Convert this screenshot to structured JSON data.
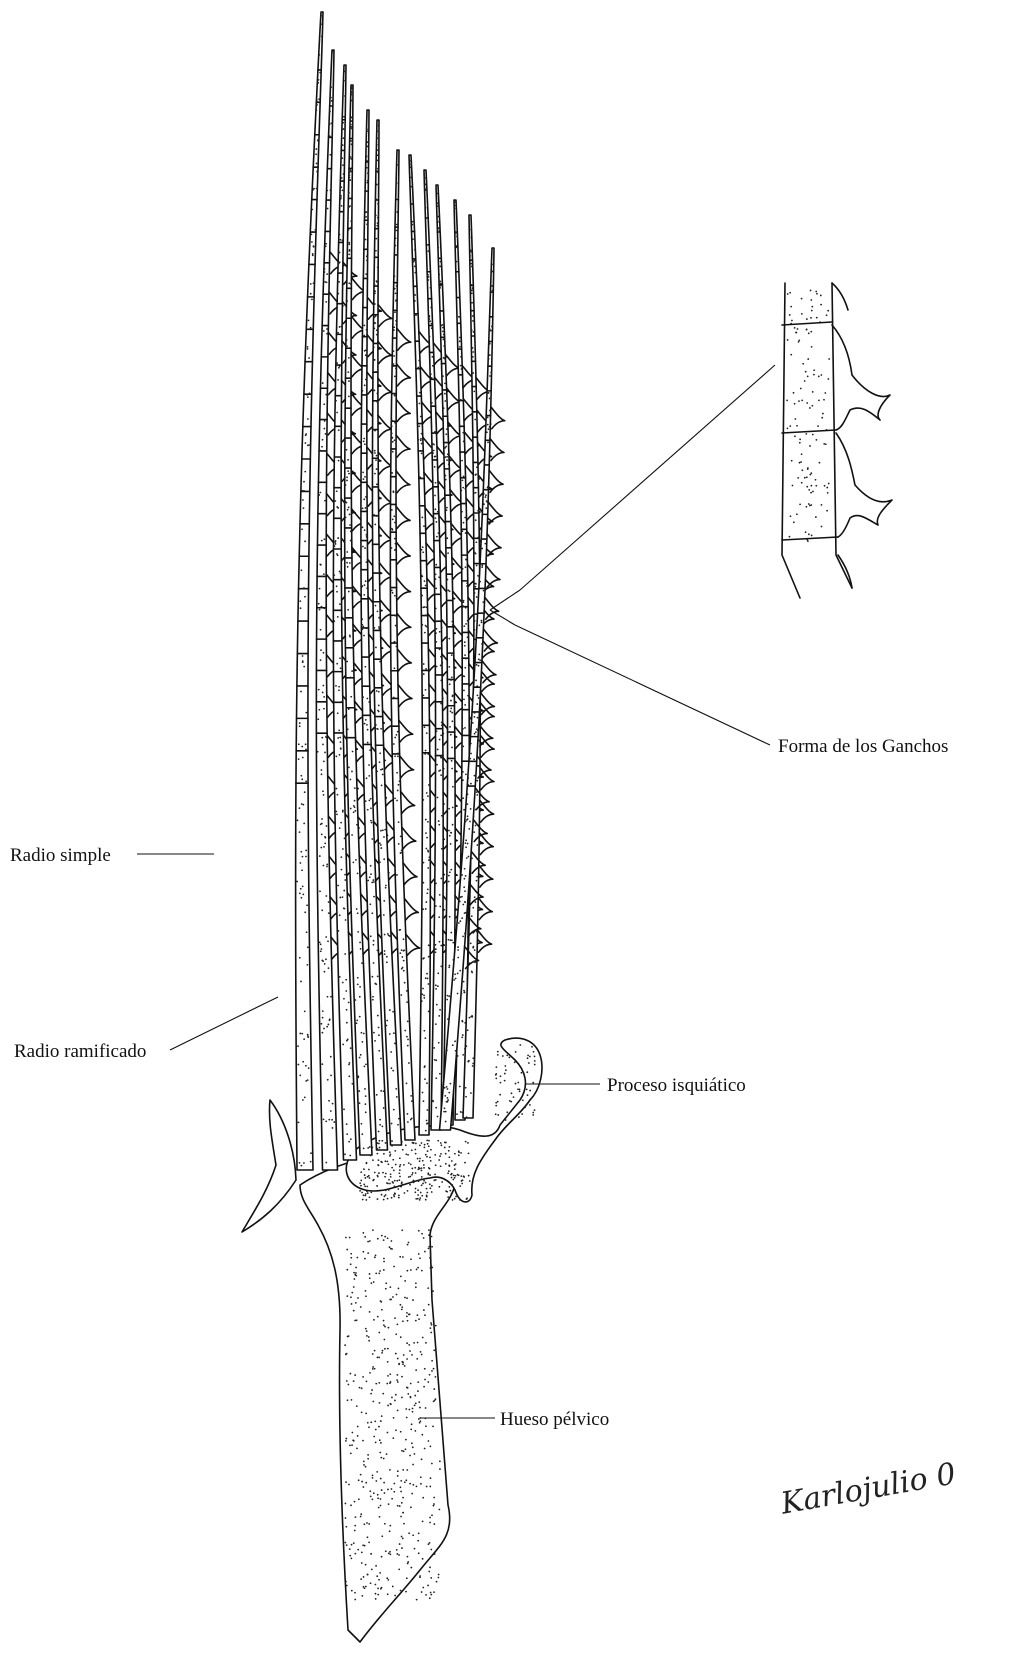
{
  "labels": {
    "forma_ganchos": "Forma de los Ganchos",
    "radio_simple": "Radio simple",
    "radio_ramificado": "Radio ramificado",
    "proceso_isquiatico": "Proceso isquiático",
    "hueso_pelvico": "Hueso pélvico"
  },
  "signature": "Karlojulio 0"
}
